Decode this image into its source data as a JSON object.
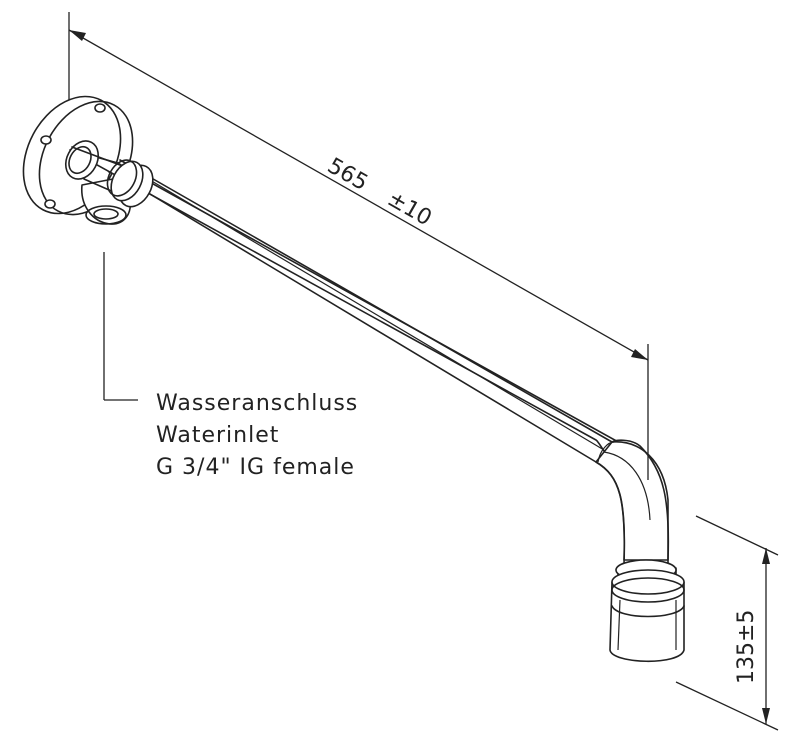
{
  "dimensions": {
    "length": {
      "value": "565",
      "tolerance": "±10"
    },
    "drop": {
      "text": "135±5"
    }
  },
  "callout": {
    "line1": "Wasseranschluss",
    "line2": "Waterinlet",
    "line3": "G 3/4\" IG female"
  }
}
